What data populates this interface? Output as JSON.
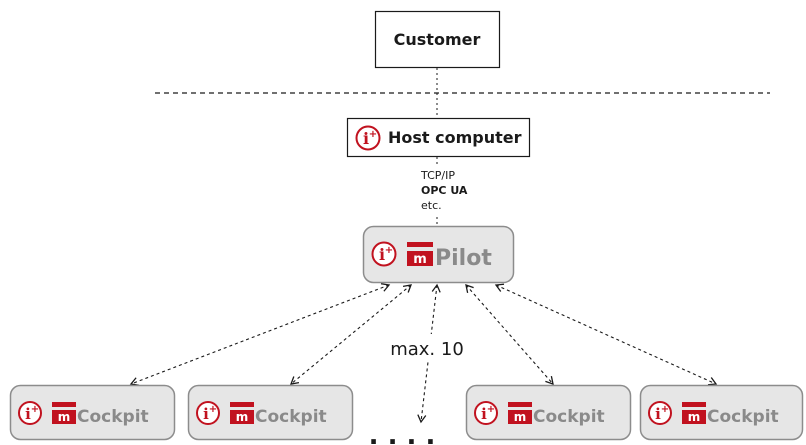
{
  "customer": {
    "label": "Customer"
  },
  "host": {
    "label": "Host computer"
  },
  "connection": {
    "line1": "TCP/IP",
    "line2": "OPC UA",
    "line3": "etc."
  },
  "pilot": {
    "m_glyph": "m",
    "label": "Pilot"
  },
  "max_label": "max. 10",
  "ellipsis": ". . . .",
  "cockpits": [
    {
      "m_glyph": "m",
      "label": "Cockpit"
    },
    {
      "m_glyph": "m",
      "label": "Cockpit"
    },
    {
      "m_glyph": "m",
      "label": "Cockpit"
    },
    {
      "m_glyph": "m",
      "label": "Cockpit"
    }
  ],
  "logo": {
    "i_glyph": "i",
    "plus_glyph": "+"
  },
  "colors": {
    "brand_red": "#c1121f",
    "device_fill": "#e6e6e6",
    "device_border": "#8c8c8c",
    "product_text": "#8a8a8a",
    "line": "#1a1a1a"
  },
  "icons": {
    "logo": "i-plus-circle-logo",
    "product_mark": "m-product-icon"
  }
}
